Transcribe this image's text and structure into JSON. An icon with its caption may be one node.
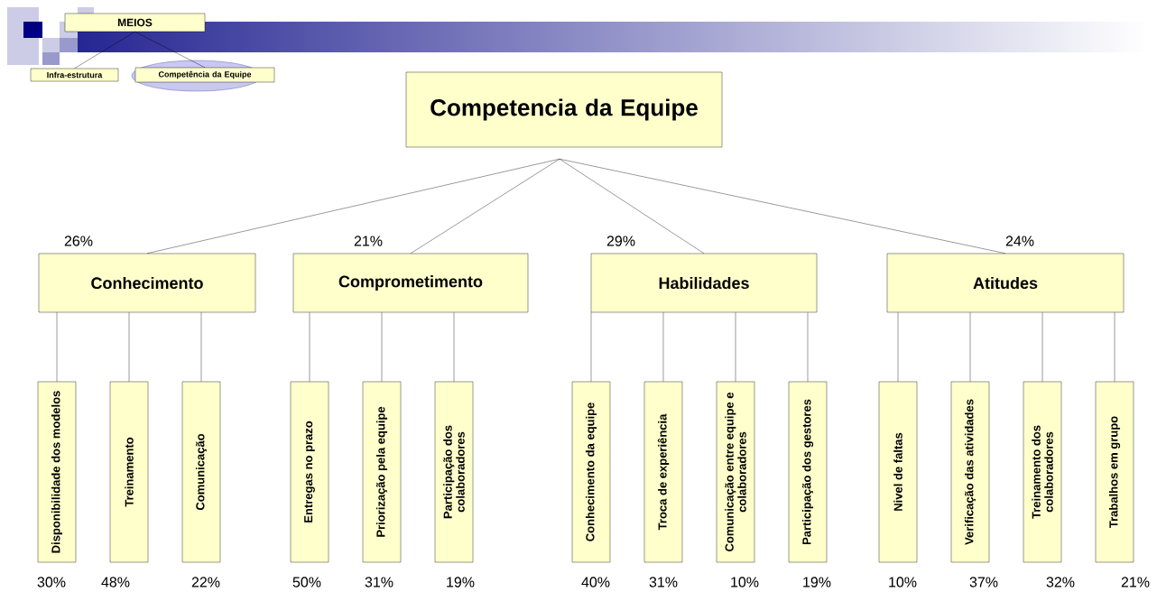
{
  "diagram": {
    "nodes": [
      {
        "text": [
          "MEIOS"
        ]
      },
      {
        "text": [
          "Infra-estrutura"
        ]
      },
      {
        "text": [
          "Competência da Equipe"
        ]
      },
      {
        "text": [
          "Competencia da Equipe"
        ]
      },
      {
        "text": [
          "Conhecimento"
        ],
        "beside": [
          "26%"
        ]
      },
      {
        "text": [
          "Comprometimento"
        ],
        "beside": [
          "21%"
        ]
      },
      {
        "text": [
          "Habilidades"
        ],
        "beside": [
          "29%"
        ]
      },
      {
        "text": [
          "Atitudes"
        ],
        "beside": [
          "24%"
        ]
      },
      {
        "text": [
          "Disponibilidade dos modelos"
        ],
        "beside": [
          "30%"
        ]
      },
      {
        "text": [
          "Treinamento"
        ],
        "beside": [
          "48%"
        ]
      },
      {
        "text": [
          "Comunicação"
        ],
        "beside": [
          "22%"
        ]
      },
      {
        "text": [
          "Entregas no prazo"
        ],
        "beside": [
          "50%"
        ]
      },
      {
        "text": [
          "Priorização pela equipe"
        ],
        "beside": [
          "31%"
        ]
      },
      {
        "text": [
          "Participação dos colaboradores"
        ],
        "beside": [
          "19%"
        ]
      },
      {
        "text": [
          "Conhecimento da equipe"
        ],
        "beside": [
          "40%"
        ]
      },
      {
        "text": [
          "Troca de experiência"
        ],
        "beside": [
          "31%"
        ]
      },
      {
        "text": [
          "Comunicação entre equipe e colaboradores"
        ],
        "beside": [
          "10%"
        ]
      },
      {
        "text": [
          "Participação dos gestores"
        ],
        "beside": [
          "19%"
        ]
      },
      {
        "text": [
          "Nivel de faltas"
        ],
        "beside": [
          "10%"
        ]
      },
      {
        "text": [
          "Verificação das atividades"
        ],
        "beside": [
          "37%"
        ]
      },
      {
        "text": [
          "Treinamento dos colaboradores"
        ],
        "beside": [
          "32%"
        ]
      },
      {
        "text": [
          "Trabalhos em grupo"
        ],
        "beside": [
          "21%"
        ]
      }
    ],
    "edges": [
      {
        "from": 0,
        "to": 1,
        "arrow": "none"
      },
      {
        "from": 0,
        "to": 2,
        "arrow": "none"
      },
      {
        "from": 3,
        "to": 4,
        "arrow": "none"
      },
      {
        "from": 3,
        "to": 5,
        "arrow": "none"
      },
      {
        "from": 3,
        "to": 6,
        "arrow": "none"
      },
      {
        "from": 3,
        "to": 7,
        "arrow": "none"
      },
      {
        "from": 4,
        "to": 8,
        "arrow": "none"
      },
      {
        "from": 4,
        "to": 9,
        "arrow": "none"
      },
      {
        "from": 4,
        "to": 10,
        "arrow": "none"
      },
      {
        "from": 5,
        "to": 11,
        "arrow": "none"
      },
      {
        "from": 5,
        "to": 12,
        "arrow": "none"
      },
      {
        "from": 5,
        "to": 13,
        "arrow": "none"
      },
      {
        "from": 6,
        "to": 14,
        "arrow": "none"
      },
      {
        "from": 6,
        "to": 15,
        "arrow": "none"
      },
      {
        "from": 6,
        "to": 16,
        "arrow": "none"
      },
      {
        "from": 6,
        "to": 17,
        "arrow": "none"
      },
      {
        "from": 7,
        "to": 18,
        "arrow": "none"
      },
      {
        "from": 7,
        "to": 19,
        "arrow": "none"
      },
      {
        "from": 7,
        "to": 20,
        "arrow": "none"
      },
      {
        "from": 7,
        "to": 21,
        "arrow": "none"
      }
    ]
  }
}
